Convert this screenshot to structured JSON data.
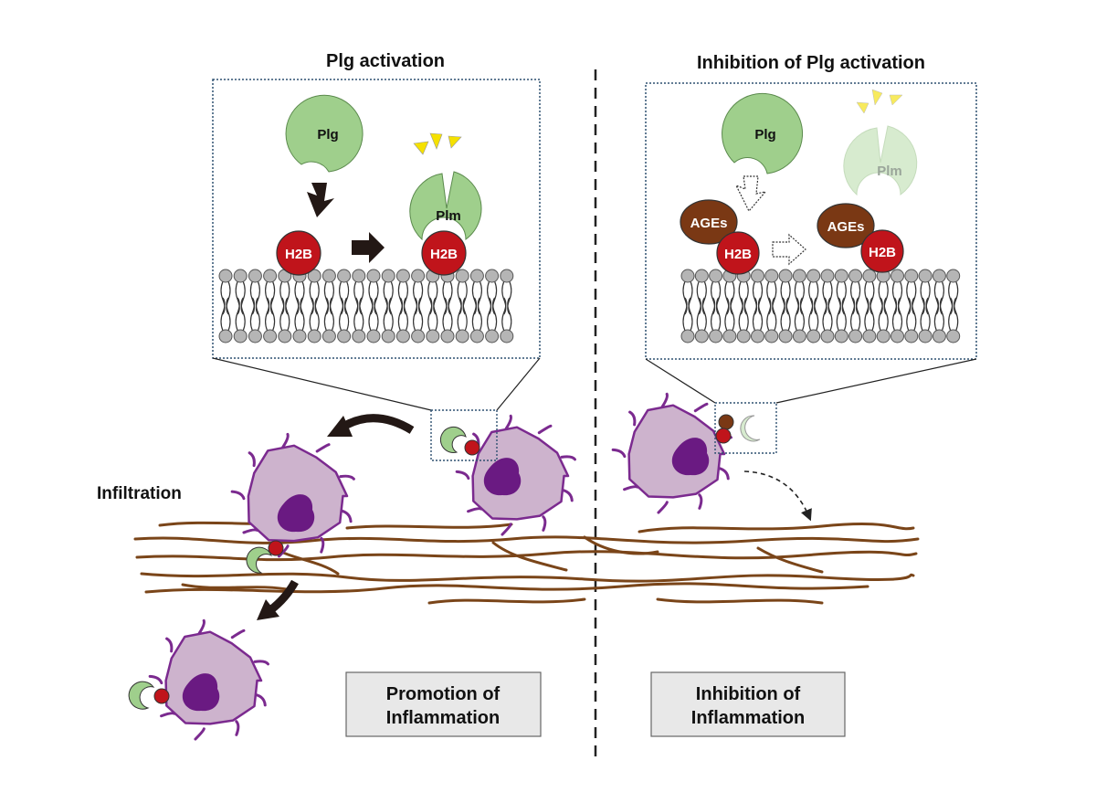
{
  "left_panel": {
    "title": "Plg activation",
    "plg_label": "Plg",
    "plm_label": "Plm",
    "h2b_label": "H2B",
    "outcome_line1": "Promotion of",
    "outcome_line2": "Inflammation"
  },
  "right_panel": {
    "title": "Inhibition of Plg activation",
    "plg_label": "Plg",
    "plm_label": "Plm",
    "ages_label": "AGEs",
    "h2b_label": "H2B",
    "outcome_line1": "Inhibition of",
    "outcome_line2": "Inflammation"
  },
  "infiltration_label": "Infiltration",
  "colors": {
    "plg_green": "#9fcf8c",
    "plm_faint": "#d7ebcf",
    "h2b_red": "#c0141b",
    "ages_brown": "#7a3814",
    "cell_body": "#cdb3cd",
    "cell_edge": "#7b2a8f",
    "nucleus": "#6a1a82",
    "fiber": "#7a4519",
    "membrane_head": "#b5b5b5",
    "zoom_border": "#2e5070",
    "outcome_box": "#e8e8e8"
  }
}
